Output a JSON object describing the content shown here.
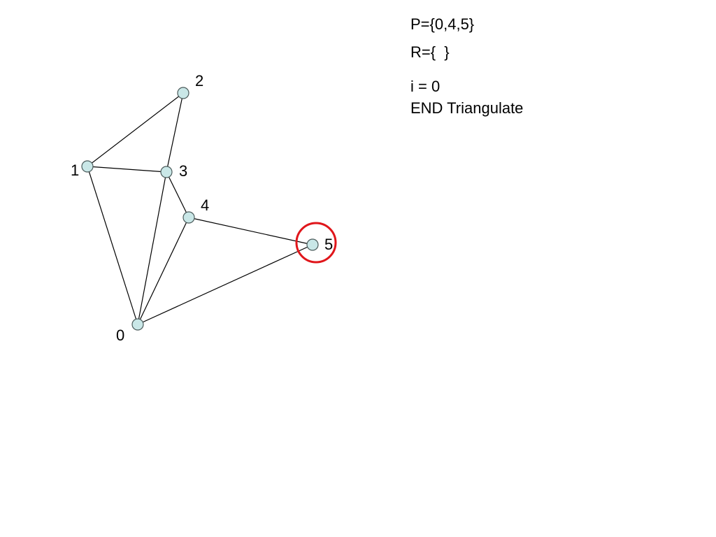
{
  "graph": {
    "nodes": [
      {
        "id": "0",
        "label": "0"
      },
      {
        "id": "1",
        "label": "1"
      },
      {
        "id": "2",
        "label": "2"
      },
      {
        "id": "3",
        "label": "3"
      },
      {
        "id": "4",
        "label": "4"
      },
      {
        "id": "5",
        "label": "5"
      }
    ],
    "edges": [
      [
        "1",
        "2"
      ],
      [
        "2",
        "3"
      ],
      [
        "1",
        "3"
      ],
      [
        "1",
        "0"
      ],
      [
        "3",
        "0"
      ],
      [
        "3",
        "4"
      ],
      [
        "4",
        "0"
      ],
      [
        "4",
        "5"
      ],
      [
        "5",
        "0"
      ]
    ],
    "highlighted_node": "5"
  },
  "info": {
    "p_set": "P={0,4,5}",
    "r_set": "R={  }",
    "loop_index": "i = 0",
    "status": "END Triangulate"
  },
  "colors": {
    "node_fill": "#c9e7e7",
    "node_stroke": "#4a5a5a",
    "edge": "#000000",
    "highlight": "#e0161b",
    "text": "#000000"
  }
}
